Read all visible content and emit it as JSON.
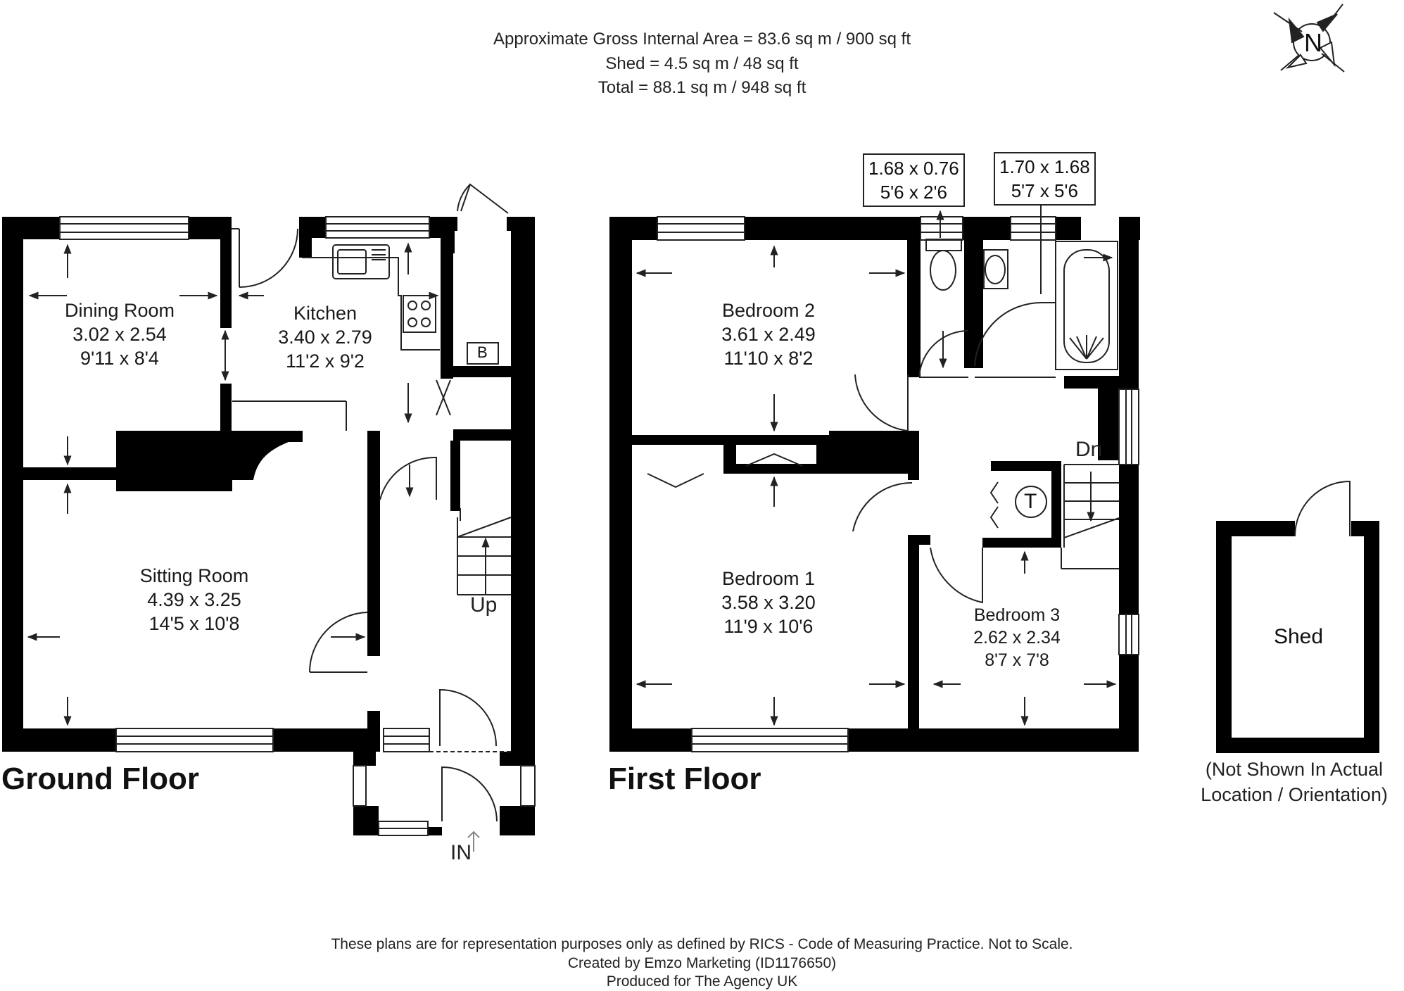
{
  "header": {
    "line1": "Approximate Gross Internal Area = 83.6 sq m / 900 sq ft",
    "line2": "Shed = 4.5 sq m / 48 sq ft",
    "line3": "Total = 88.1 sq m / 948 sq ft"
  },
  "compass": {
    "label": "N"
  },
  "ground_floor": {
    "title": "Ground Floor",
    "rooms": {
      "dining": {
        "name": "Dining Room",
        "metric": "3.02 x 2.54",
        "imperial": "9'11 x 8'4"
      },
      "kitchen": {
        "name": "Kitchen",
        "metric": "3.40 x 2.79",
        "imperial": "11'2 x 9'2"
      },
      "sitting": {
        "name": "Sitting Room",
        "metric": "4.39 x 3.25",
        "imperial": "14'5 x 10'8"
      }
    },
    "boiler_label": "B",
    "stairs_label": "Up",
    "entrance_label": "IN"
  },
  "first_floor": {
    "title": "First Floor",
    "rooms": {
      "bed2": {
        "name": "Bedroom 2",
        "metric": "3.61 x 2.49",
        "imperial": "11'10 x 8'2"
      },
      "bed1": {
        "name": "Bedroom 1",
        "metric": "3.58 x 3.20",
        "imperial": "11'9 x 10'6"
      },
      "bed3": {
        "name": "Bedroom 3",
        "metric": "2.62 x 2.34",
        "imperial": "8'7 x 7'8"
      }
    },
    "wc": {
      "metric": "1.68 x 0.76",
      "imperial": "5'6 x 2'6"
    },
    "bathroom": {
      "metric": "1.70 x 1.68",
      "imperial": "5'7 x 5'6"
    },
    "tank_label": "T",
    "stairs_label": "Dn"
  },
  "shed": {
    "name": "Shed",
    "note_line1": "(Not Shown In Actual",
    "note_line2": "Location / Orientation)"
  },
  "footer": {
    "line1": "These plans are for representation purposes only as defined by RICS - Code of Measuring Practice. Not to Scale.",
    "line2": "Created by Emzo Marketing (ID1176650)",
    "line3": "Produced for The Agency UK"
  }
}
